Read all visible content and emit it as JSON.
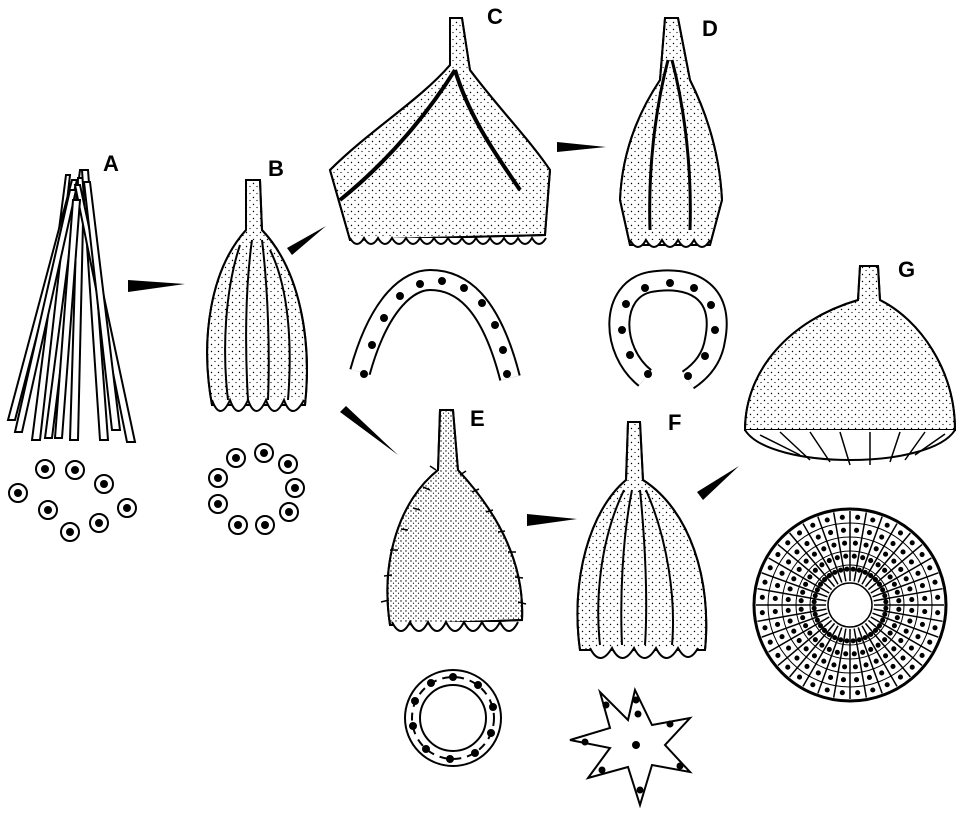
{
  "labels": {
    "a": "A",
    "b": "B",
    "c": "C",
    "d": "D",
    "e": "E",
    "f": "F",
    "g": "G"
  },
  "colors": {
    "ink": "#000000",
    "paper": "#ffffff"
  }
}
